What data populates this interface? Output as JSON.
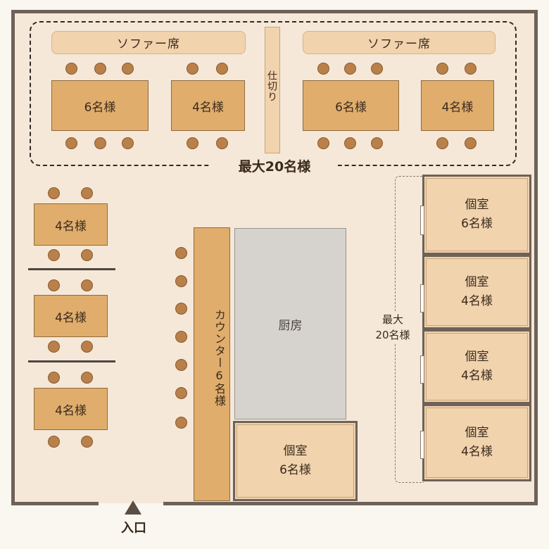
{
  "sofa_zone": {
    "sofa_left": "ソファー席",
    "sofa_right": "ソファー席",
    "tables": [
      "6名様",
      "4名様",
      "6名様",
      "4名様"
    ],
    "partition": "仕切り",
    "capacity": "最大20名様"
  },
  "left_tables": [
    "4名様",
    "4名様",
    "4名様"
  ],
  "counter": {
    "label": "カウンター6名様"
  },
  "kitchen": {
    "label": "厨房"
  },
  "bottom_room": {
    "title": "個室",
    "capacity": "6名様"
  },
  "private_rooms": [
    {
      "title": "個室",
      "capacity": "6名様"
    },
    {
      "title": "個室",
      "capacity": "4名様"
    },
    {
      "title": "個室",
      "capacity": "4名様"
    },
    {
      "title": "個室",
      "capacity": "4名様"
    }
  ],
  "private_zone": {
    "capacity_line1": "最大",
    "capacity_line2": "20名様"
  },
  "entrance": {
    "label": "入口"
  },
  "colors": {
    "floor": "#f5e8d8",
    "table": "#e0ad6c",
    "chair": "#b9804a",
    "wall": "#6e6258",
    "kitchen": "#d6d3cf"
  }
}
